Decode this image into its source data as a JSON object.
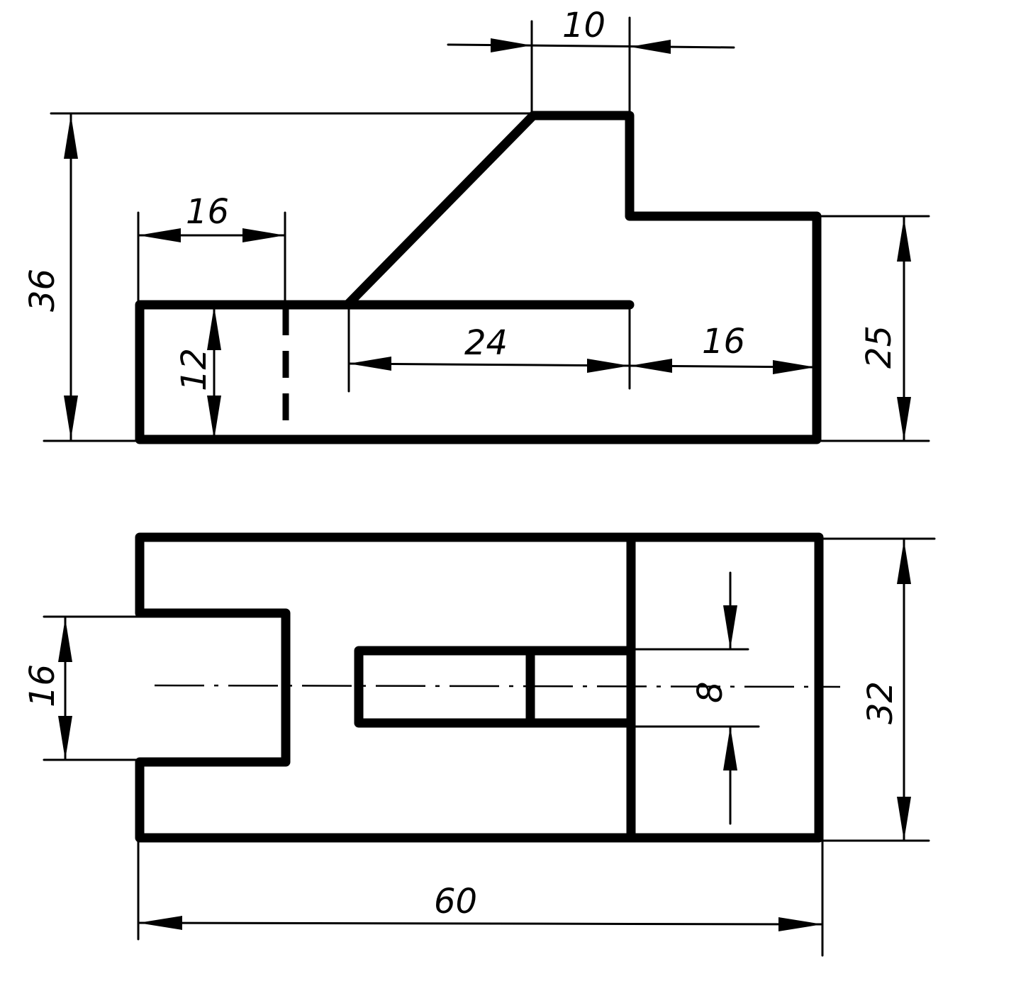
{
  "dimensions": {
    "top_width_10": "10",
    "total_height_36": "36",
    "step_width_16": "16",
    "step_height_12": "12",
    "slope_base_24": "24",
    "right_block_16": "16",
    "right_height_25": "25",
    "tab_width_16": "16",
    "slot_width_8": "8",
    "total_depth_32": "32",
    "total_length_60": "60"
  },
  "colors": {
    "line": "#000000",
    "background": "#ffffff"
  }
}
